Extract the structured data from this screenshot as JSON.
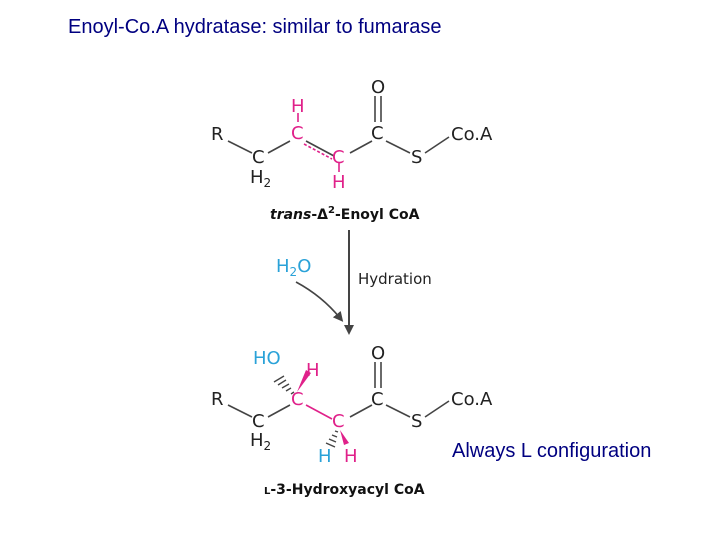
{
  "slide": {
    "title": "Enoyl-Co.A hydratase: similar to fumarase",
    "note": "Always L configuration"
  },
  "colors": {
    "title_text": "#000080",
    "bond": "#444444",
    "highlight_magenta": "#e0218a",
    "water_blue": "#2aa2d8",
    "caption_text": "#111111"
  },
  "top_molecule": {
    "name_italic": "trans",
    "name_dash": "-",
    "name_delta": "Δ",
    "name_sup": "2",
    "name_rest": "-Enoyl CoA",
    "atoms": {
      "r": "R",
      "c_ch2": "C",
      "h2": "H",
      "h2_sub": "2",
      "c3": "C",
      "h_on_c3": "H",
      "c2": "C",
      "h_on_c2": "H",
      "c1": "C",
      "o": "O",
      "s": "S",
      "coa": "Co.A"
    }
  },
  "reaction": {
    "reagent_h": "H",
    "reagent_sub": "2",
    "reagent_o": "O",
    "label": "Hydration"
  },
  "bottom_molecule": {
    "name_small": "L",
    "name_rest": "-3-Hydroxyacyl CoA",
    "atoms": {
      "r": "R",
      "c_ch2": "C",
      "h2": "H",
      "h2_sub": "2",
      "ho": "HO",
      "h_on_c3": "H",
      "c3": "C",
      "c2": "C",
      "h_blue": "H",
      "h_magenta": "H",
      "c1": "C",
      "o": "O",
      "s": "S",
      "coa": "Co.A"
    }
  }
}
